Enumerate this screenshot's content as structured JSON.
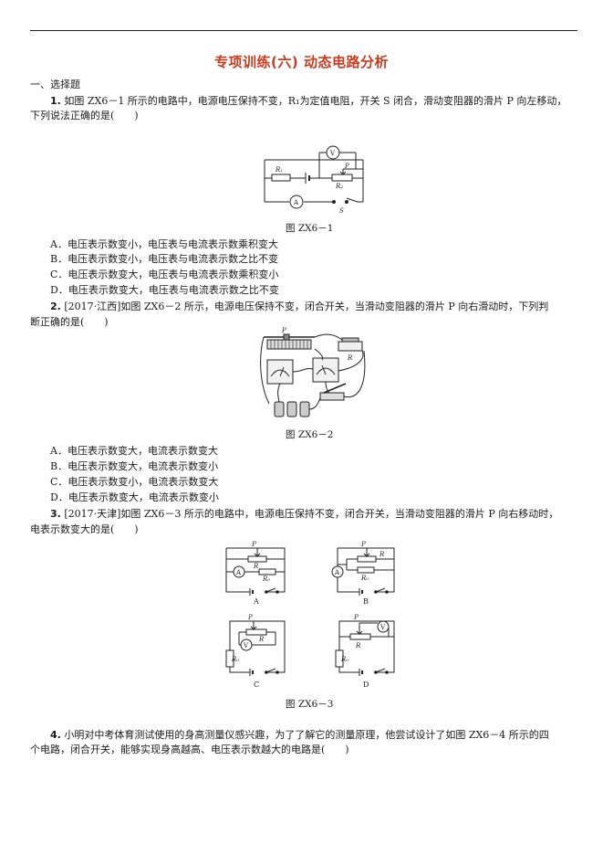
{
  "title": "专项训练(六)  动态电路分析",
  "section": "一、选择题",
  "q1": {
    "num": "1.",
    "line1": "如图 ZX6－1 所示的电路中，电源电压保持不变，R₁为定值电阻，开关 S 闭合，滑动变阻器的滑片 P 向左移动，",
    "line2": "下列说法正确的是(　　)",
    "fig_caption": "图 ZX6－1",
    "fig_labels": {
      "r1": "R₁",
      "v": "V",
      "p": "P",
      "r2": "R₂",
      "a": "A",
      "s": "S"
    },
    "options": [
      "A．电压表示数变小，电压表与电流表示数乘积变大",
      "B．电压表示数变小，电压表与电流表示数之比不变",
      "C．电压表示数变大，电压表与电流表示数乘积变小",
      "D．电压表示数变大，电压表与电流表示数之比不变"
    ]
  },
  "q2": {
    "num": "2.",
    "line1": "[2017·江西]如图 ZX6－2 所示，电源电压保持不变，闭合开关，当滑动变阻器的滑片 P 向右滑动时，下列判",
    "line2": "断正确的是(　　)",
    "fig_caption": "图 ZX6－2",
    "fig_labels": {
      "p": "P",
      "r": "R"
    },
    "options": [
      "A．电压表示数变大，电流表示数变大",
      "B．电压表示数变大，电流表示数变小",
      "C．电压表示数变小，电流表示数变大",
      "D．电压表示数变大，电流表示数变小"
    ]
  },
  "q3": {
    "num": "3.",
    "line1": "[2017·天津]如图 ZX6－3 所示的电路中，电源电压保持不变，闭合开关，当滑动变阻器的滑片 P 向右移动时，",
    "line2": "电表示数变大的是(　　)",
    "fig_caption": "图 ZX6－3",
    "circuits": [
      {
        "label": "A",
        "p": "P",
        "r": "R",
        "r0": "R₀",
        "meter": "A"
      },
      {
        "label": "B",
        "p": "P",
        "r": "R",
        "r0": "R₀",
        "meter": "A"
      },
      {
        "label": "C",
        "p": "P",
        "r": "R",
        "r0": "R₀",
        "meter": "V"
      },
      {
        "label": "D",
        "p": "P",
        "r": "R",
        "r0": "R₀",
        "meter": "V"
      }
    ]
  },
  "q4": {
    "num": "4.",
    "line1": "小明对中考体育测试使用的身高测量仪感兴趣，为了了解它的测量原理，他尝试设计了如图 ZX6－4 所示的四",
    "line2": "个电路，闭合开关，能够实现身高越高、电压表示数越大的电路是(　　)"
  }
}
